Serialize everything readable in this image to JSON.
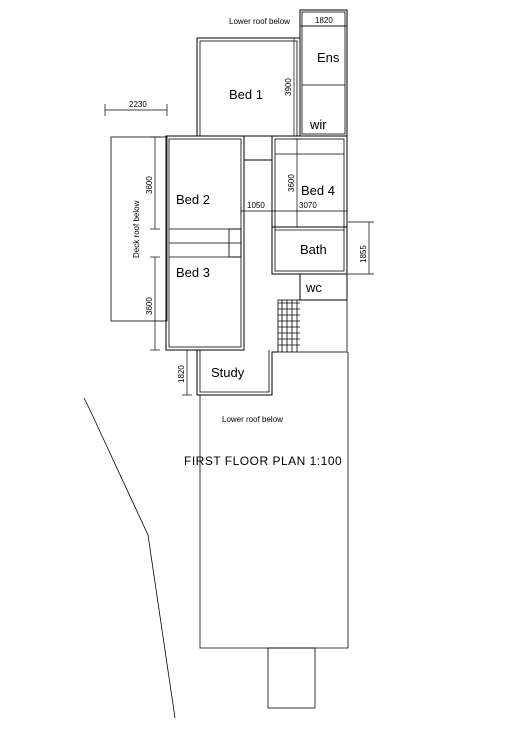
{
  "rooms": {
    "ens": "Ens",
    "bed1": "Bed 1",
    "wir": "wir",
    "bed2": "Bed 2",
    "bed4": "Bed 4",
    "bath": "Bath",
    "bed3": "Bed 3",
    "wc": "wc",
    "study": "Study"
  },
  "notes": {
    "lower_roof_top": "Lower roof below",
    "lower_roof_mid": "Lower roof below",
    "deck_roof": "Deck roof below"
  },
  "title": "FIRST FLOOR PLAN 1:100",
  "dimensions": {
    "ens_width": "1820",
    "deck_width": "2230",
    "bed1_depth": "3900",
    "bed2_depth": "3600",
    "bed4_depth": "3600",
    "hall_width": "1050",
    "bed4_width": "3070",
    "bath_depth": "1855",
    "bed3_depth": "3600",
    "study_depth": "1820"
  }
}
